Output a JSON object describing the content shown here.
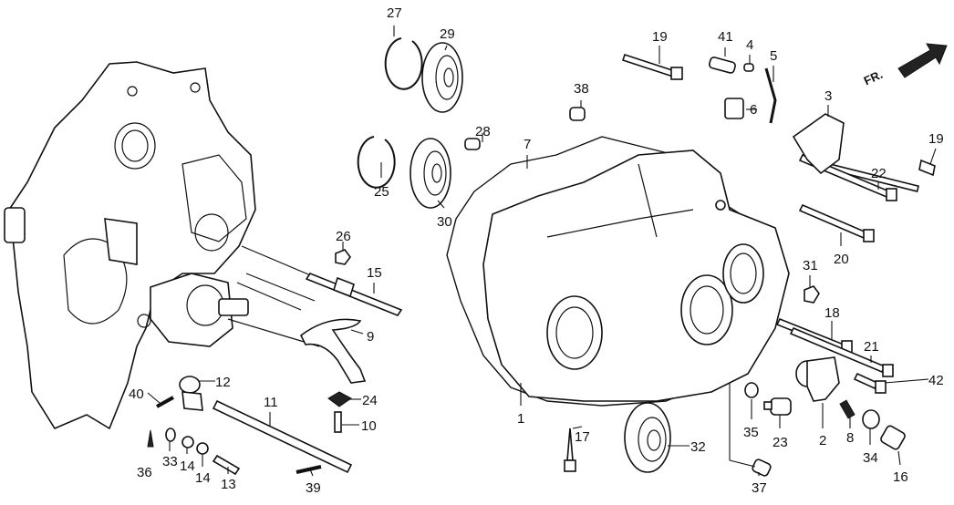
{
  "diagram": {
    "direction_label": "FR.",
    "callouts": [
      "27",
      "29",
      "19",
      "41",
      "4",
      "5",
      "38",
      "3",
      "6",
      "28",
      "7",
      "19",
      "22",
      "25",
      "30",
      "26",
      "20",
      "15",
      "31",
      "9",
      "18",
      "21",
      "12",
      "40",
      "24",
      "1",
      "11",
      "42",
      "10",
      "2",
      "8",
      "32",
      "35",
      "23",
      "34",
      "36",
      "33",
      "14",
      "14",
      "17",
      "13",
      "39",
      "37",
      "16"
    ]
  }
}
